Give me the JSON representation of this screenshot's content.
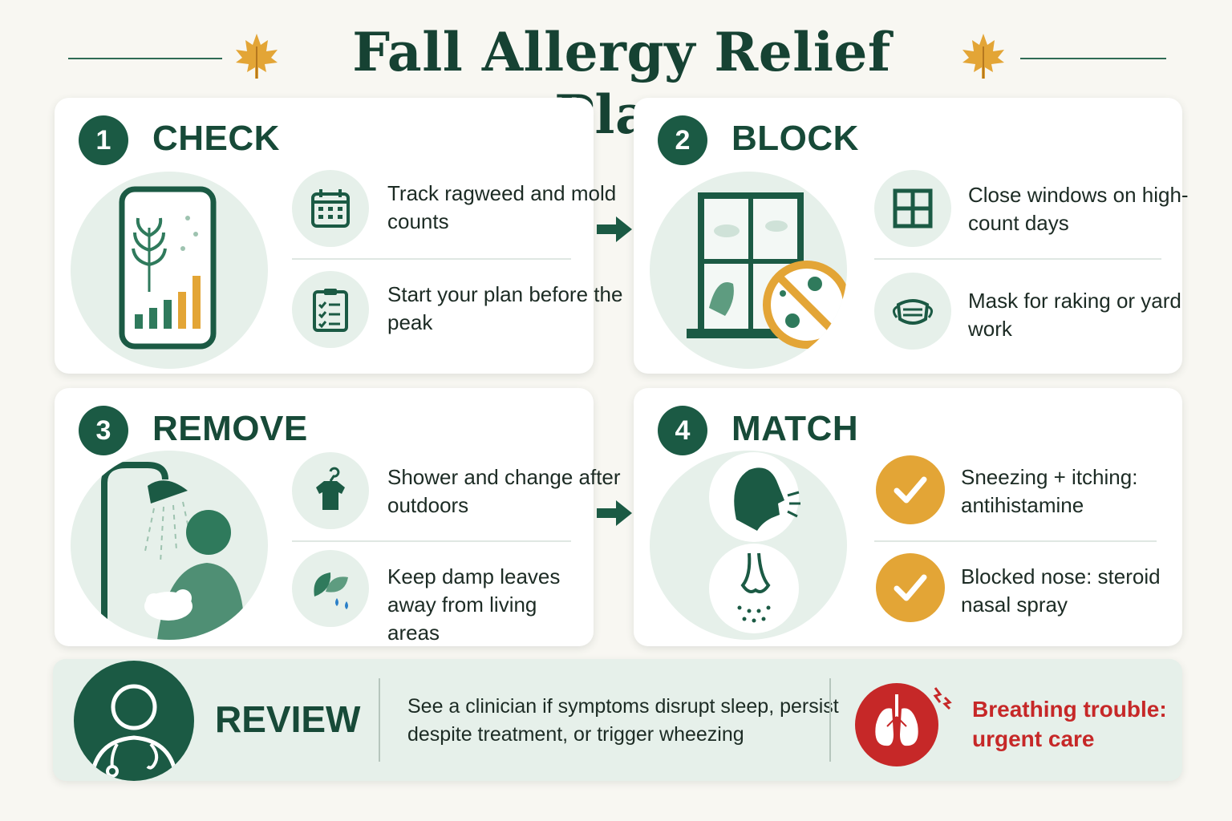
{
  "title": "Fall Allergy Relief Plan",
  "colors": {
    "primary": "#1b5a44",
    "accent": "#e3a536",
    "light": "#e6f0ea",
    "alert": "#c62828"
  },
  "steps": [
    {
      "number": "1",
      "title": "CHECK",
      "hero_icon": "phone-chart-icon",
      "items": [
        {
          "icon": "calendar-icon",
          "text": "Track ragweed and mold counts"
        },
        {
          "icon": "clipboard-checklist-icon",
          "text": "Start your plan before the peak"
        }
      ]
    },
    {
      "number": "2",
      "title": "BLOCK",
      "hero_icon": "window-no-pollen-icon",
      "items": [
        {
          "icon": "window-icon",
          "text": "Close windows on high-count days"
        },
        {
          "icon": "mask-icon",
          "text": "Mask for raking or yard work"
        }
      ]
    },
    {
      "number": "3",
      "title": "REMOVE",
      "hero_icon": "shower-icon",
      "items": [
        {
          "icon": "shirt-hanger-icon",
          "text": "Shower and change after outdoors"
        },
        {
          "icon": "damp-leaves-icon",
          "text": "Keep damp leaves away from living areas"
        }
      ]
    },
    {
      "number": "4",
      "title": "MATCH",
      "hero_icon": "sneeze-nose-icon",
      "items": [
        {
          "icon": "check-icon",
          "text": "Sneezing + itching: antihistamine"
        },
        {
          "icon": "check-icon",
          "text": "Blocked nose: steroid nasal spray"
        }
      ]
    }
  ],
  "review": {
    "title": "REVIEW",
    "text": "See a clinician if symptoms disrupt sleep, persist despite treatment, or trigger wheezing",
    "urgent": "Breathing trouble: urgent care",
    "icons": [
      "doctor-icon",
      "lungs-alert-icon"
    ]
  }
}
